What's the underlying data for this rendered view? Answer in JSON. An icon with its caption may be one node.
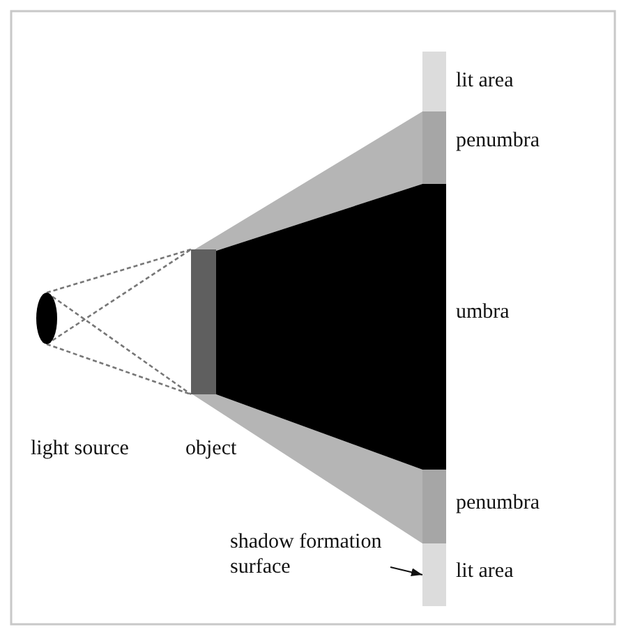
{
  "diagram": {
    "nodes": [
      {
        "text": [],
        "shape": "circle"
      },
      {
        "text": [],
        "shape": "bar"
      },
      {
        "text": [
          "lit area"
        ]
      },
      {
        "text": [
          "penumbra"
        ]
      },
      {
        "text": [
          "umbra"
        ]
      },
      {
        "text": [
          "penumbra"
        ]
      },
      {
        "text": [
          "lit area"
        ]
      },
      {
        "text": [
          "shadow formation surface"
        ]
      }
    ],
    "edges": [
      {
        "from": 0,
        "to": 1,
        "arrow": "none",
        "style": "dashed"
      },
      {
        "from": 0,
        "to": 1,
        "arrow": "none",
        "style": "dashed"
      },
      {
        "from": 0,
        "to": 1,
        "arrow": "none",
        "style": "dashed"
      },
      {
        "from": 0,
        "to": 1,
        "arrow": "none",
        "style": "dashed"
      },
      {
        "from": 7,
        "to": 6,
        "arrow": "to",
        "color": "#111111"
      }
    ],
    "labels": [
      "light source",
      "object"
    ]
  }
}
